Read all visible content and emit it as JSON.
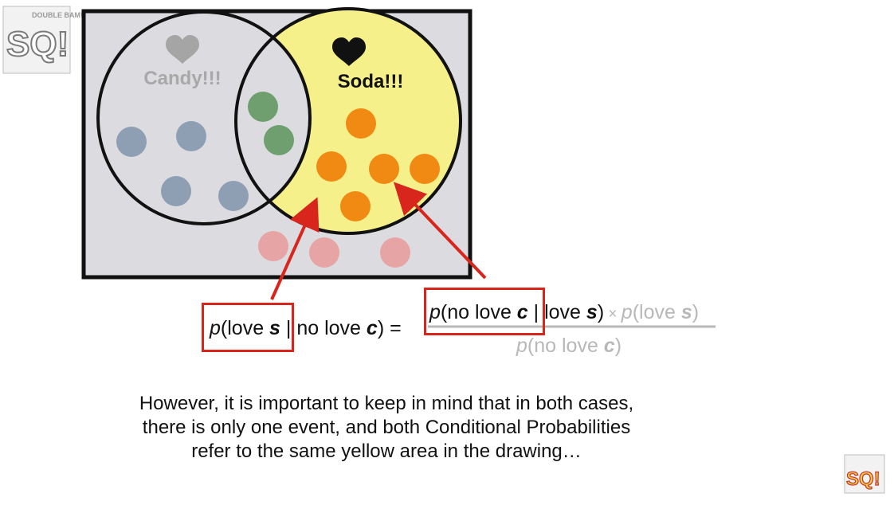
{
  "logo": {
    "main": "SQ!",
    "sub": "DOUBLE BAM!!"
  },
  "venn": {
    "left_label": "Candy!!!",
    "right_label": "Soda!!!",
    "colors": {
      "background": "#dcdce0",
      "highlight": "#f5f08a",
      "arrow": "#d9261c",
      "blue_dot": "#8e9fb4",
      "green_dot": "#6f9f6f",
      "orange_dot": "#f08a12",
      "pink_dot": "#e6a4a4"
    }
  },
  "equation": {
    "lhs": {
      "p": "p",
      "a": "(love ",
      "s": "s",
      "b": " | no love ",
      "c": "c",
      "d": ") ="
    },
    "numerator": {
      "p": "p",
      "a": "(no love ",
      "c": "c",
      "b": " | love ",
      "s": "s",
      "d": ")"
    },
    "times": " × ",
    "prior": {
      "p": "p",
      "a": "(love ",
      "s": "s",
      "d": ")"
    },
    "denominator": {
      "p": "p",
      "a": "(no love ",
      "c": "c",
      "d": ")"
    }
  },
  "caption": [
    "However, it is important to keep in mind that in both cases,",
    "there is only one event, and both Conditional Probabilities",
    "refer to the same yellow area in the drawing…"
  ]
}
